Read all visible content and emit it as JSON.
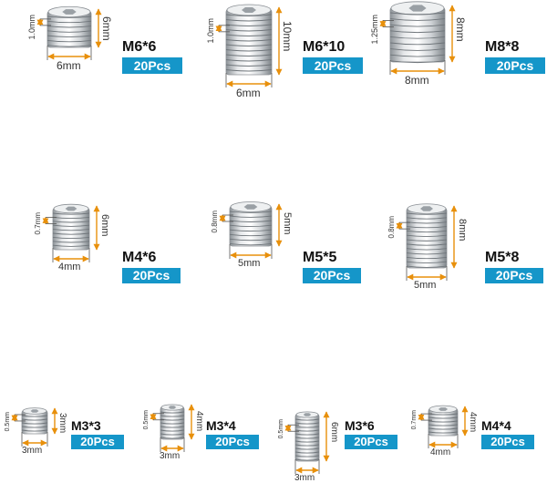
{
  "accent_color": "#1596c9",
  "arrow_color": "#e8900c",
  "items": [
    {
      "name": "M6*6",
      "qty": "20Pcs",
      "pitch": "1.0mm",
      "length": "6mm",
      "diameter": "6mm"
    },
    {
      "name": "M6*10",
      "qty": "20Pcs",
      "pitch": "1.0mm",
      "length": "10mm",
      "diameter": "6mm"
    },
    {
      "name": "M8*8",
      "qty": "20Pcs",
      "pitch": "1.25mm",
      "length": "8mm",
      "diameter": "8mm"
    },
    {
      "name": "M4*6",
      "qty": "20Pcs",
      "pitch": "0.7mm",
      "length": "6mm",
      "diameter": "4mm"
    },
    {
      "name": "M5*5",
      "qty": "20Pcs",
      "pitch": "0.8mm",
      "length": "5mm",
      "diameter": "5mm"
    },
    {
      "name": "M5*8",
      "qty": "20Pcs",
      "pitch": "0.8mm",
      "length": "8mm",
      "diameter": "5mm"
    },
    {
      "name": "M3*3",
      "qty": "20Pcs",
      "pitch": "0.5mm",
      "length": "3mm",
      "diameter": "3mm"
    },
    {
      "name": "M3*4",
      "qty": "20Pcs",
      "pitch": "0.5mm",
      "length": "4mm",
      "diameter": "3mm"
    },
    {
      "name": "M3*6",
      "qty": "20Pcs",
      "pitch": "0.5mm",
      "length": "6mm",
      "diameter": "3mm"
    },
    {
      "name": "M4*4",
      "qty": "20Pcs",
      "pitch": "0.7mm",
      "length": "4mm",
      "diameter": "4mm"
    }
  ]
}
